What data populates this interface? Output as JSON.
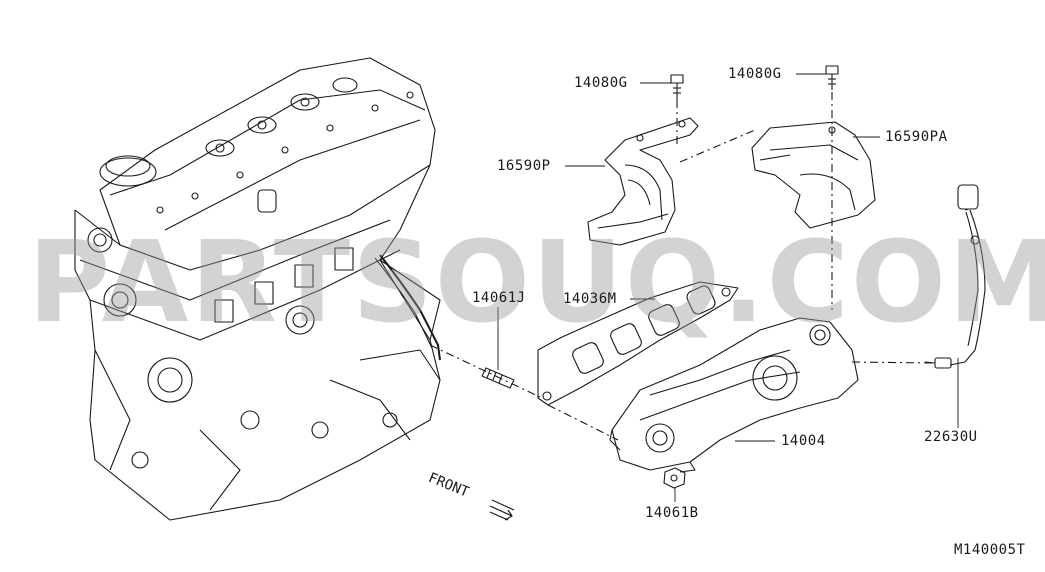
{
  "watermark": "PARTSOUQ.COM",
  "diagram_code": "M140005T",
  "front_label": "FRONT",
  "parts": {
    "p14080g_left": "14080G",
    "p14080g_right": "14080G",
    "p16590p": "16590P",
    "p16590pa": "16590PA",
    "p14061j": "14061J",
    "p14036m": "14036M",
    "p14004": "14004",
    "p22630u": "22630U",
    "p14061b": "14061B"
  },
  "colors": {
    "line": "#1a1a1a",
    "watermark": "#969696"
  }
}
